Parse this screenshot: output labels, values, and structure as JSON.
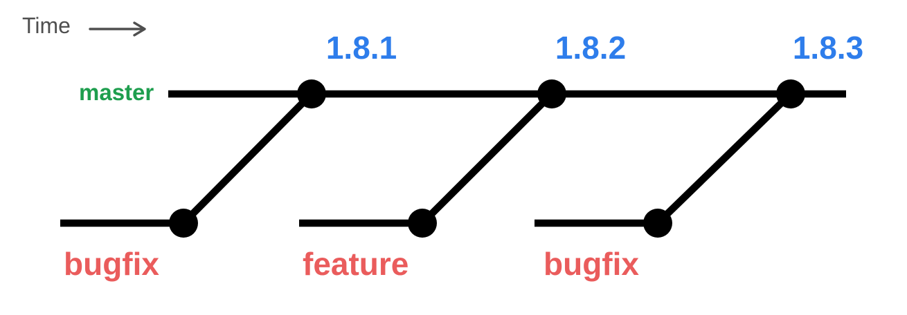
{
  "colors": {
    "graph_line": "#000000",
    "time_label": "#4f4f4f",
    "master_label": "#1e9e4e",
    "release_label": "#2e7deb",
    "topic_label": "#ea5c5c"
  },
  "time": {
    "label": "Time"
  },
  "master": {
    "label": "master",
    "releases": [
      {
        "label": "1.8.1"
      },
      {
        "label": "1.8.2"
      },
      {
        "label": "1.8.3"
      }
    ]
  },
  "topics": [
    {
      "label": "bugfix",
      "merges_into": "1.8.1"
    },
    {
      "label": "feature",
      "merges_into": "1.8.2"
    },
    {
      "label": "bugfix",
      "merges_into": "1.8.3"
    }
  ]
}
